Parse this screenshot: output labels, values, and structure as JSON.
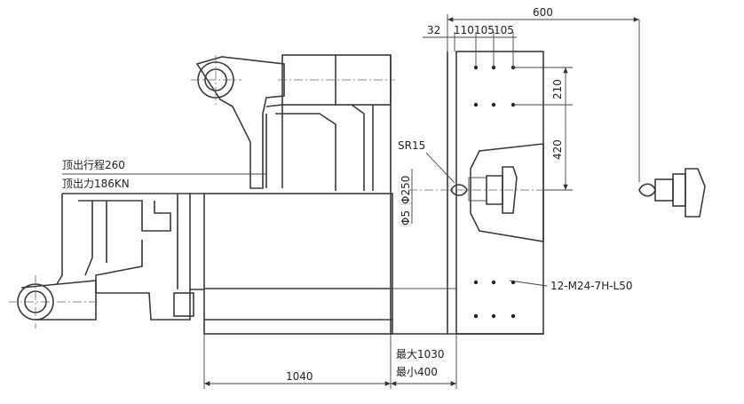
{
  "dimensions": {
    "top_total": "600",
    "top_a": "32",
    "top_b": "110",
    "top_c": "105",
    "top_d": "105",
    "right_upper": "210",
    "right_lower": "420",
    "sr": "SR15",
    "dia_big": "Φ250",
    "dia_small": "Φ5",
    "bottom_left": "1040",
    "stroke_max": "最大1030",
    "stroke_min": "最小400"
  },
  "labels": {
    "ejector_stroke": "顶出行程260",
    "ejector_force": "顶出力186KN",
    "bolt_holes": "12-M24-7H-L50"
  }
}
